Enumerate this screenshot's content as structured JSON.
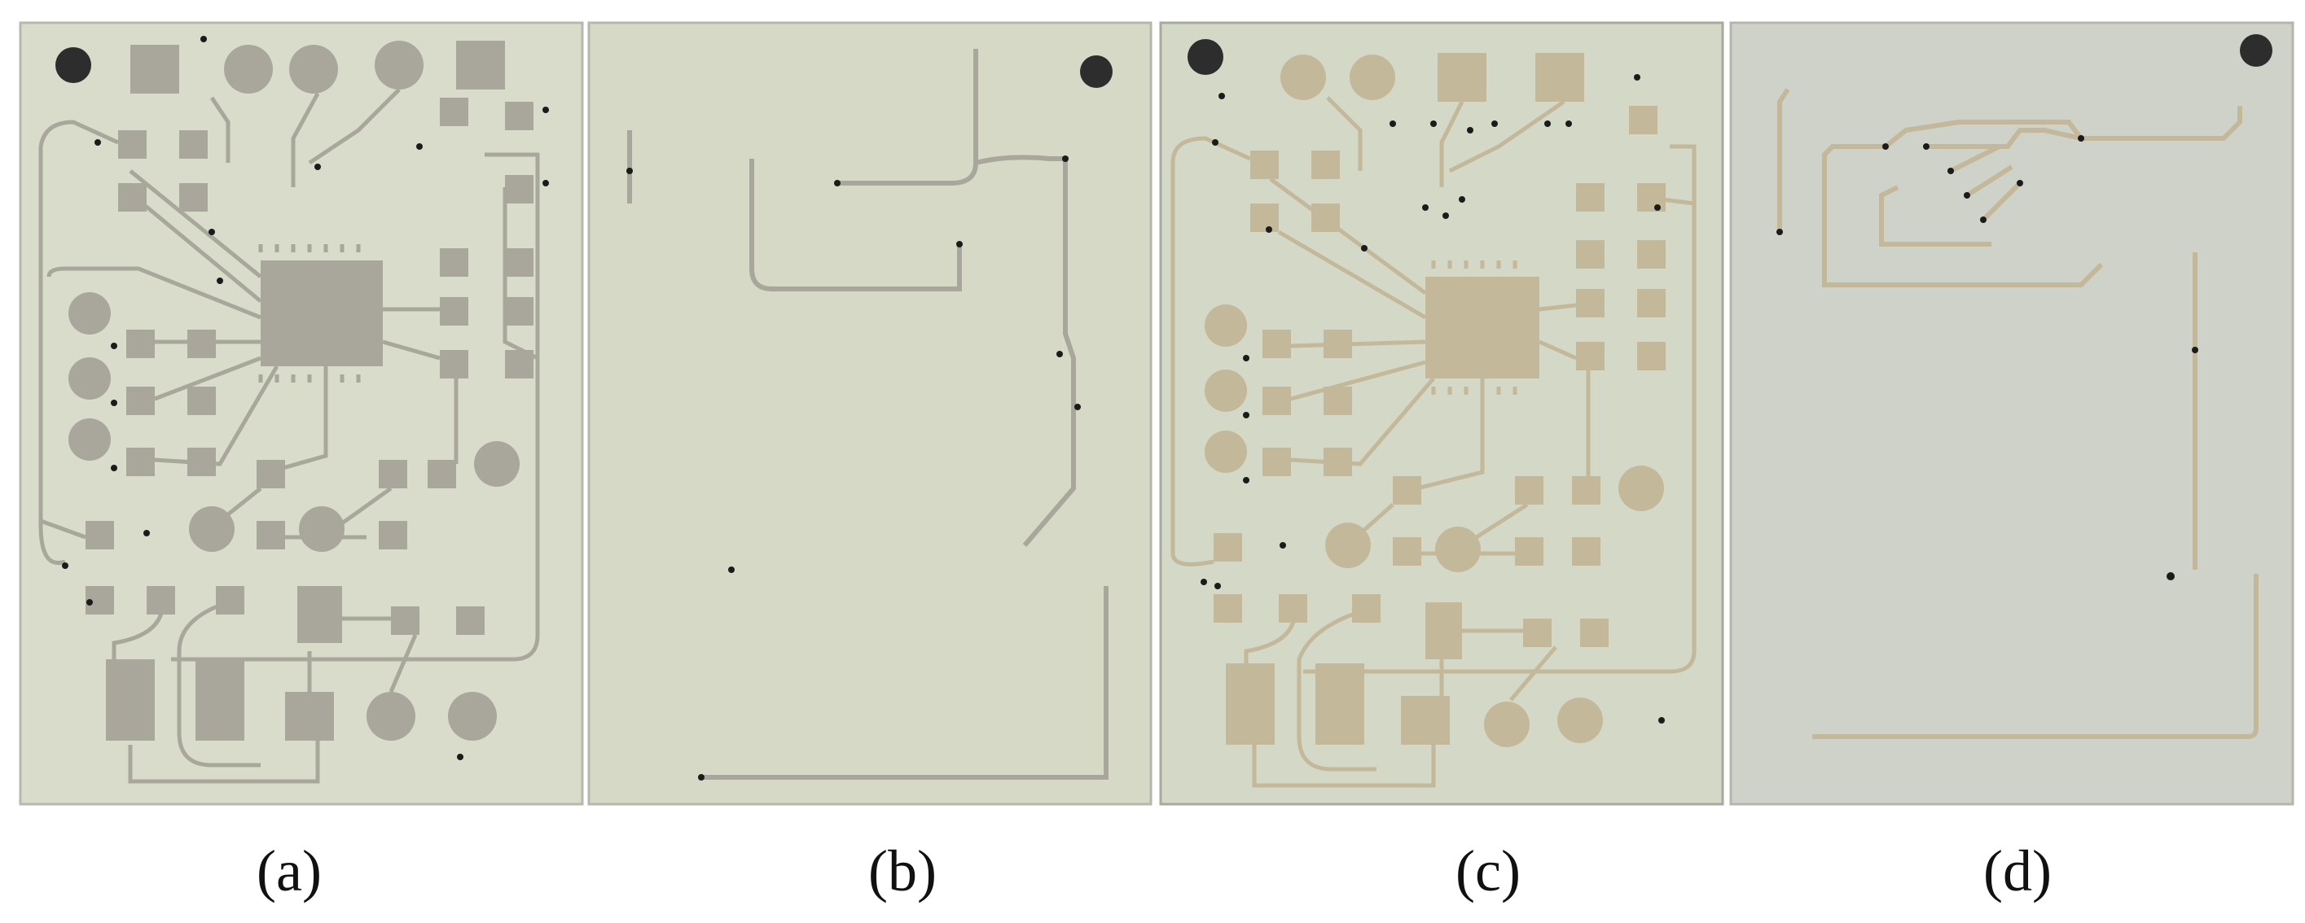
{
  "figure": {
    "panels": [
      {
        "id": "a",
        "label": "(a)",
        "side": "front",
        "finish": "silver"
      },
      {
        "id": "b",
        "label": "(b)",
        "side": "back",
        "finish": "silver"
      },
      {
        "id": "c",
        "label": "(c)",
        "side": "front",
        "finish": "gold"
      },
      {
        "id": "d",
        "label": "(d)",
        "side": "back",
        "finish": "gold"
      }
    ]
  },
  "colors": {
    "substrate_front_a": "#d9dccb",
    "substrate_back_b": "#d6d9c6",
    "substrate_front_c": "#d4d8c6",
    "substrate_back_d": "#cfd2c9",
    "trace_silver": "#a9a69c",
    "trace_gold": "#c4b89a",
    "fiducial": "#2d2d2d",
    "via": "#1b1b1b"
  }
}
